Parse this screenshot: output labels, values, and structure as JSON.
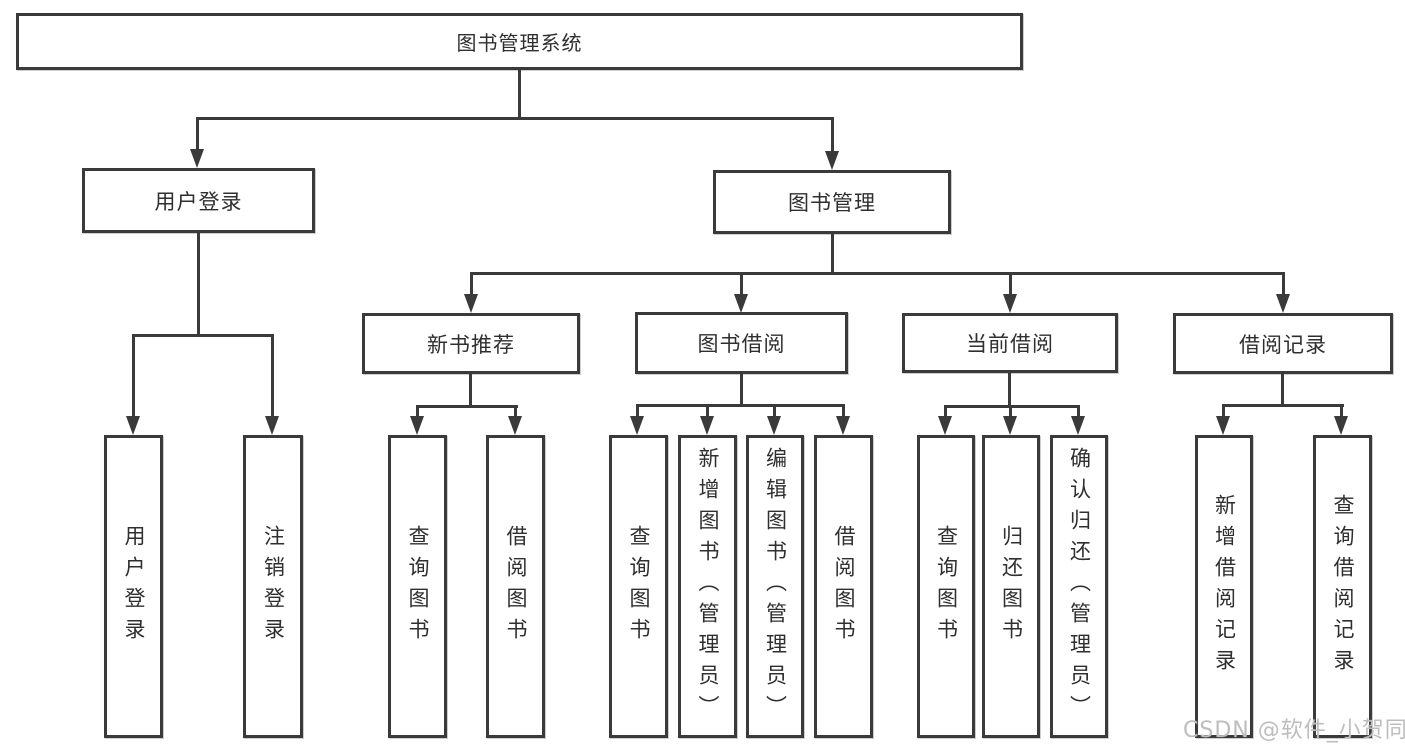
{
  "colors": {
    "line": "#3a3a3a",
    "box_border": "#3a3a3a",
    "box_fill": "#ffffff",
    "text": "#2f2f2f",
    "watermark": "#bdbdbd"
  },
  "root": {
    "label": "图书管理系统"
  },
  "level2": {
    "user_login": {
      "label": "用户登录"
    },
    "book_management": {
      "label": "图书管理"
    }
  },
  "level3": {
    "new_book_recommend": {
      "label": "新书推荐"
    },
    "book_borrowing": {
      "label": "图书借阅"
    },
    "current_borrowing": {
      "label": "当前借阅"
    },
    "borrowing_records": {
      "label": "借阅记录"
    }
  },
  "leaves": {
    "user_login": [
      {
        "label": "用户登录"
      },
      {
        "label": "注销登录"
      }
    ],
    "new_book_recommend": [
      {
        "label": "查询图书"
      },
      {
        "label": "借阅图书"
      }
    ],
    "book_borrowing": [
      {
        "label": "查询图书"
      },
      {
        "label": "新增图书（管理员）"
      },
      {
        "label": "编辑图书（管理员）"
      },
      {
        "label": "借阅图书"
      }
    ],
    "current_borrowing": [
      {
        "label": "查询图书"
      },
      {
        "label": "归还图书"
      },
      {
        "label": "确认归还（管理员）"
      }
    ],
    "borrowing_records": [
      {
        "label": "新增借阅记录"
      },
      {
        "label": "查询借阅记录"
      }
    ]
  },
  "watermark": {
    "text": "CSDN @软件_小贺同学"
  }
}
